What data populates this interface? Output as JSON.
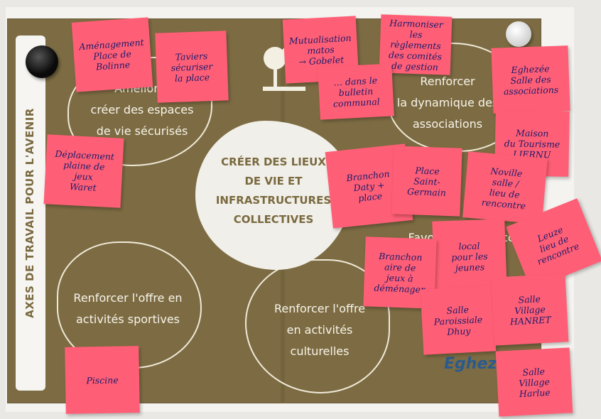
{
  "sidebar": {
    "title": "AXES DE TRAVAIL POUR L'AVENIR"
  },
  "center": {
    "title": "CRÉER DES LIEUX\nDE VIE ET\nINFRASTRUCTURES\nCOLLECTIVES"
  },
  "axes": {
    "top_left": "Améliorer\ncréer des espaces\nde vie sécurisés",
    "top_right": "Renforcer\nla dynamique des\nassociations",
    "mid_right": "Favoriser les rencontres",
    "bottom_left": "Renforcer l'offre en\nactivités sportives",
    "bottom_center": "Renforcer l'offre\nen activités\nculturelles"
  },
  "logo": {
    "text": "Eghez"
  },
  "notes": [
    {
      "text": "Aménagement\nPlace de\nBolinne"
    },
    {
      "text": "Taviers\nsécuriser\nla place"
    },
    {
      "text": "Mutualisation\nmatos\n→ Gobelet"
    },
    {
      "text": "Harmoniser\nles règlements\ndes comités\nde gestion"
    },
    {
      "text": "Eghezée\nSalle des\nassociations"
    },
    {
      "text": "… dans le\nbulletin\ncommunal"
    },
    {
      "text": "Déplacement\nplaine de\njeux\nWaret"
    },
    {
      "text": "Maison\ndu Tourisme\nLIERNU"
    },
    {
      "text": "Branchon\nDaty +\nplace"
    },
    {
      "text": "Place\nSaint-\nGermain"
    },
    {
      "text": "Noville\nsalle /\nlieu de\nrencontre"
    },
    {
      "text": "Leuze\nlieu de\nrencontre"
    },
    {
      "text": "local\npour les\njeunes"
    },
    {
      "text": "Branchon\naire de\njeux à\ndéménager"
    },
    {
      "text": "Salle\nParoissiale\nDhuy"
    },
    {
      "text": "Salle\nVillage\nHANRET"
    },
    {
      "text": "Salle\nVillage\nHarlue"
    },
    {
      "text": "Piscine"
    }
  ]
}
